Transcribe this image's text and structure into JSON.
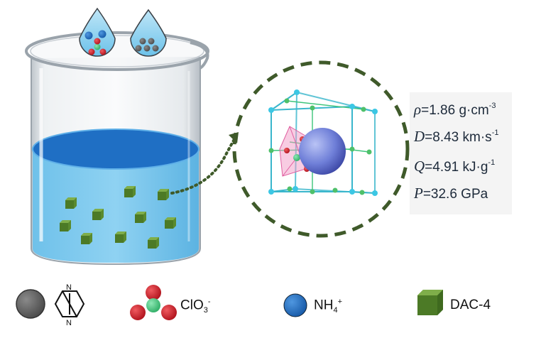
{
  "properties": {
    "density": {
      "symbol": "ρ",
      "value": "=1.86 g·cm",
      "exp": "-3"
    },
    "detonation_velocity": {
      "symbol": "D",
      "value": "=8.43 km·s",
      "exp": "-1"
    },
    "heat_of_detonation": {
      "symbol": "Q",
      "value": "=4.91 kJ·g",
      "exp": "-1"
    },
    "detonation_pressure": {
      "symbol": "P",
      "value": "=32.6 GPa"
    }
  },
  "legend": {
    "perchlorate": {
      "base": "ClO",
      "sub": "3",
      "sup": "-"
    },
    "ammonium": {
      "base": "NH",
      "sub": "4",
      "sup": "+"
    },
    "product": "DAC-4"
  },
  "colors": {
    "solution": "#3aa6e0",
    "solution_surface": "#1f6fc4",
    "cube": "#5a8a2e",
    "dashed_circle": "#3f5a2a",
    "ammonium": "#1f67b8",
    "chlorine": "#3cc47a",
    "oxygen": "#d21f2b",
    "dabco": "#555555",
    "cage_sphere": "#6f7fd8",
    "cell_edge": "#39b6cc"
  }
}
